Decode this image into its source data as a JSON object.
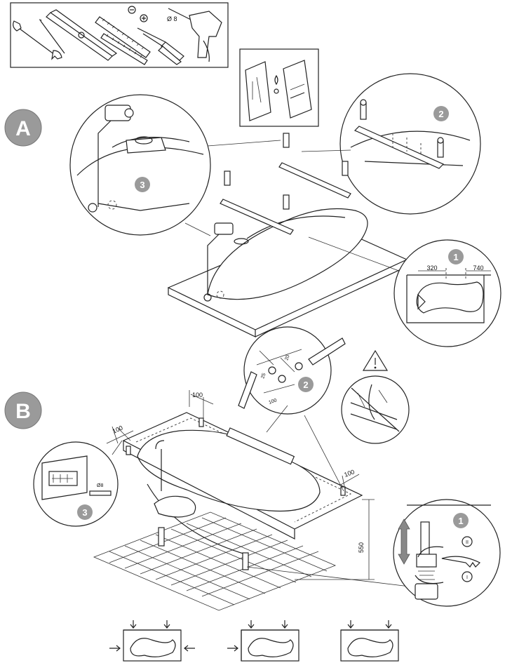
{
  "sections": {
    "a": "A",
    "b": "B"
  },
  "steps": {
    "a_1": "1",
    "a_2": "2",
    "a_3": "3",
    "b_1": "1",
    "b_2": "2",
    "b_3": "3"
  },
  "tools": {
    "drill_bit_label": "Ø 8"
  },
  "section_a": {
    "dim_left": "320",
    "dim_right": "740"
  },
  "section_b": {
    "edge_offset_top": "100",
    "edge_offset_left": "100",
    "edge_offset_right": "100",
    "height": "550",
    "drill_spacing_a": "20",
    "drill_spacing_b": "25",
    "drill_offset": "100",
    "anchor_bit_label": "Ø8",
    "turn_i": "I",
    "turn_ii": "II"
  },
  "icons": [
    "wrench-icon",
    "pencil-icon",
    "spirit-level-icon",
    "folding-rule-icon",
    "screwdriver-icon",
    "drill-icon",
    "warning-icon",
    "no-cable-drilling-icon",
    "up-down-arrow-icon"
  ]
}
